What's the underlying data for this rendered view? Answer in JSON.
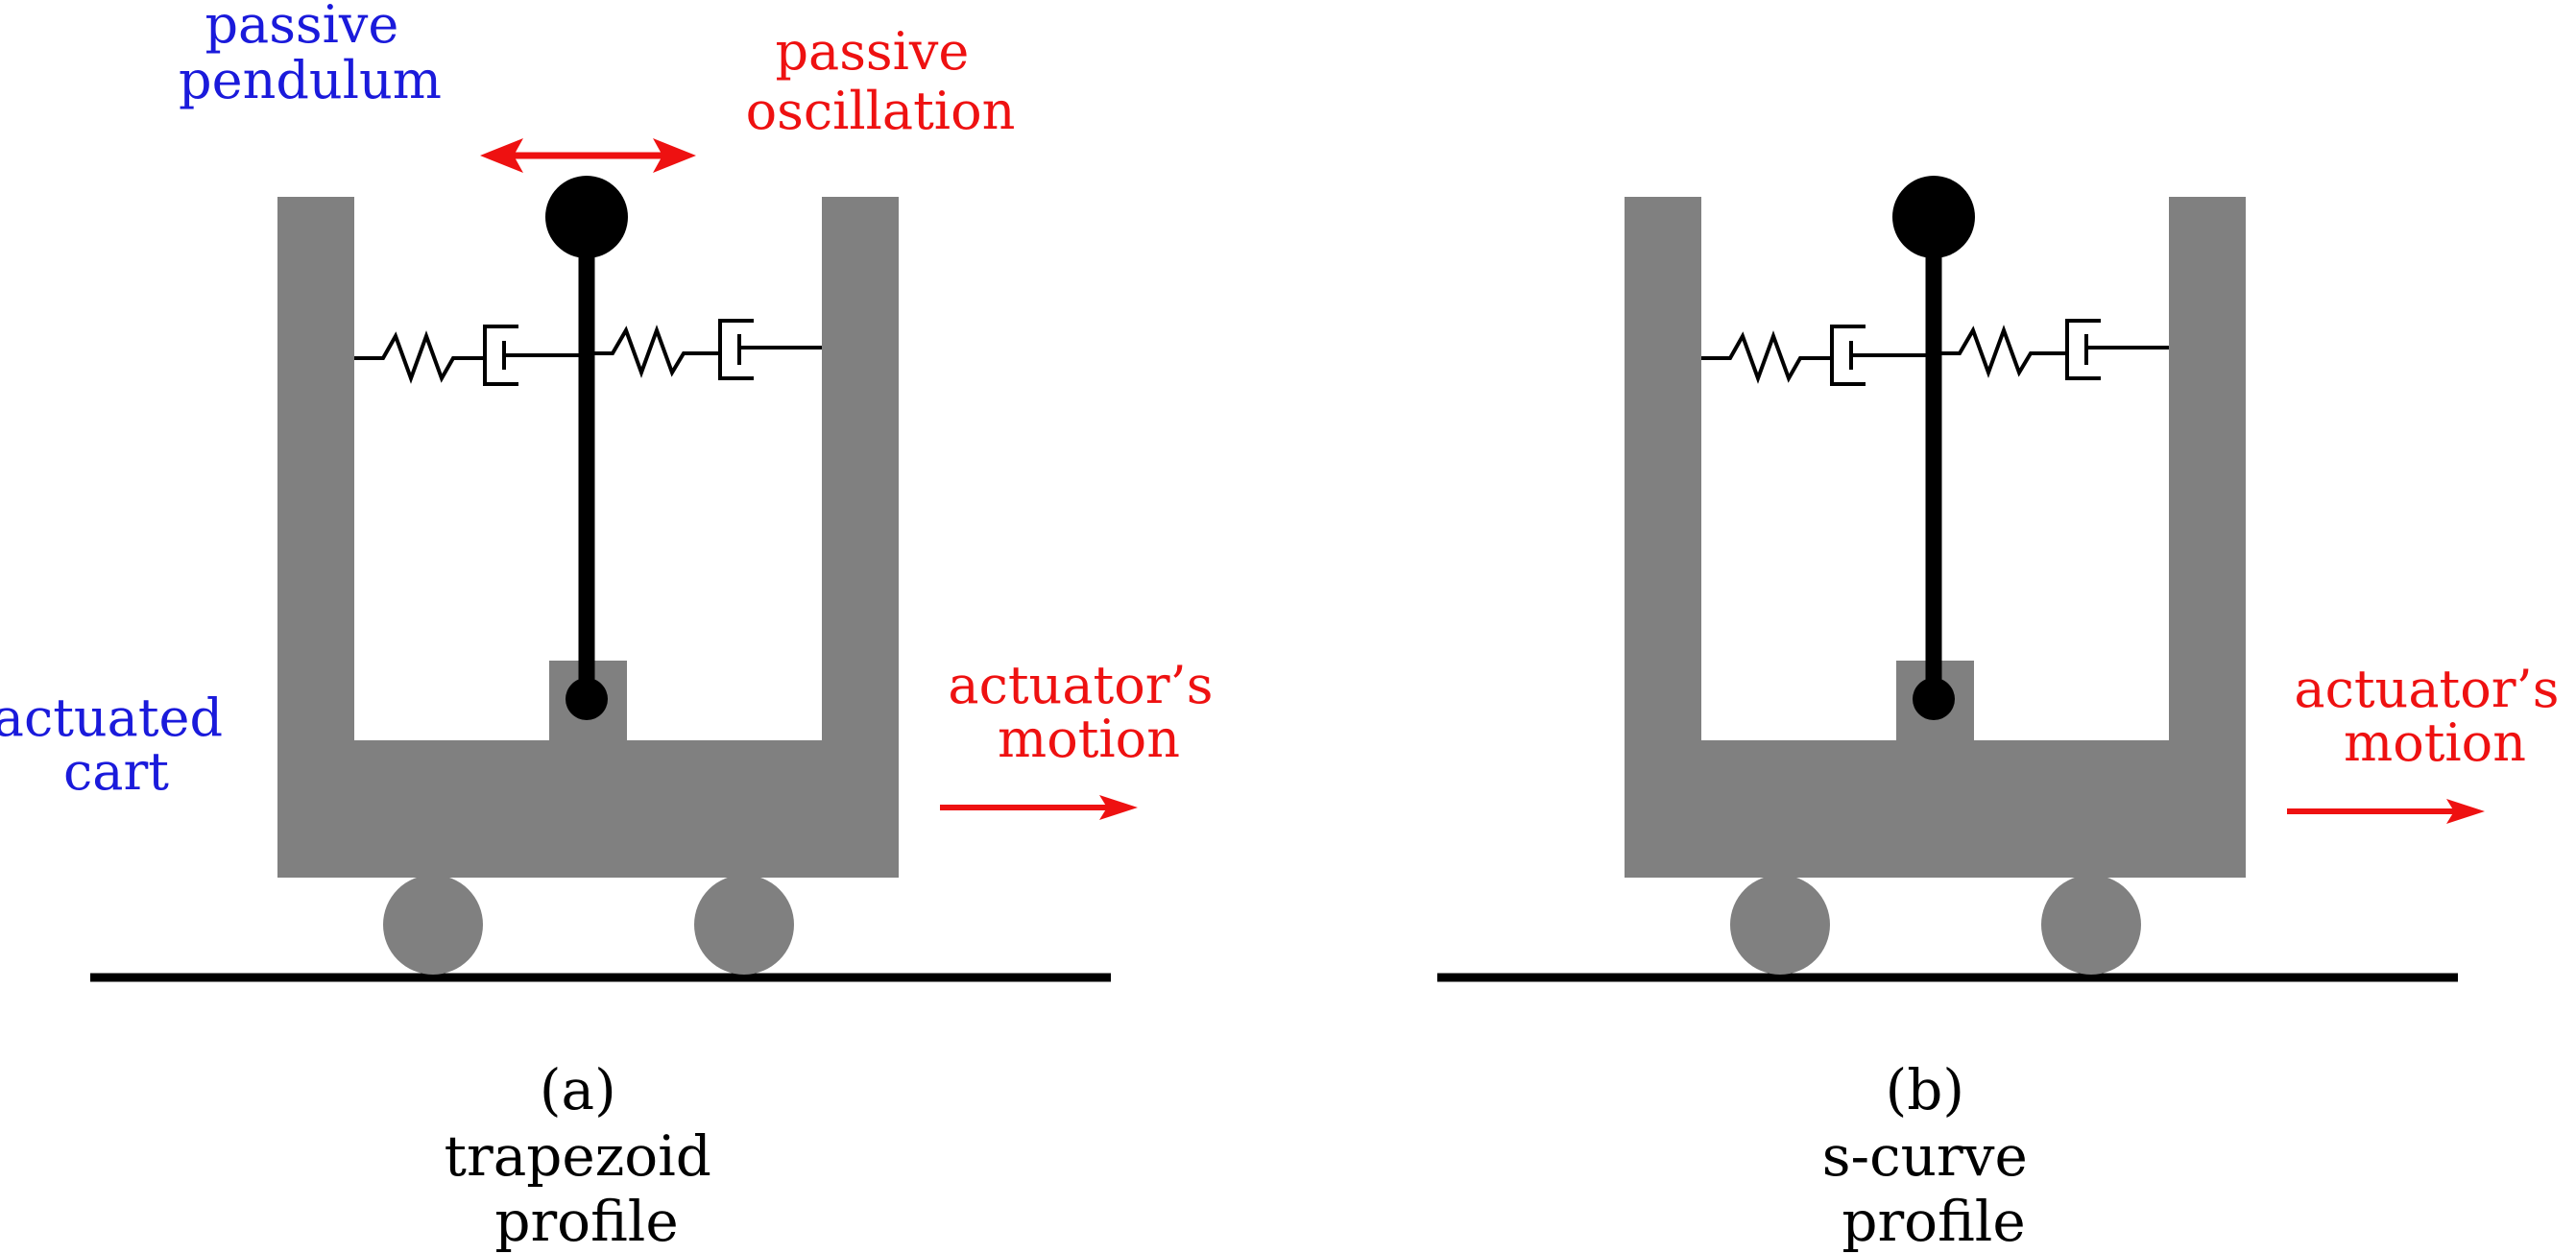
{
  "colors": {
    "body": "#808080",
    "ink": "#000000",
    "accent_blue": "#1a1adb",
    "accent_red": "#ee1111"
  },
  "panel_a": {
    "label_pendulum": [
      "passive",
      "pendulum"
    ],
    "label_oscillation": [
      "passive",
      "oscillation"
    ],
    "label_cart": [
      "actuated",
      "cart"
    ],
    "label_motion": [
      "actuator’s",
      "motion"
    ],
    "caption": [
      "(a)",
      "trapezoid",
      "profile"
    ]
  },
  "panel_b": {
    "label_motion": [
      "actuator’s",
      "motion"
    ],
    "caption": [
      "(b)",
      "s-curve",
      "profile"
    ]
  }
}
